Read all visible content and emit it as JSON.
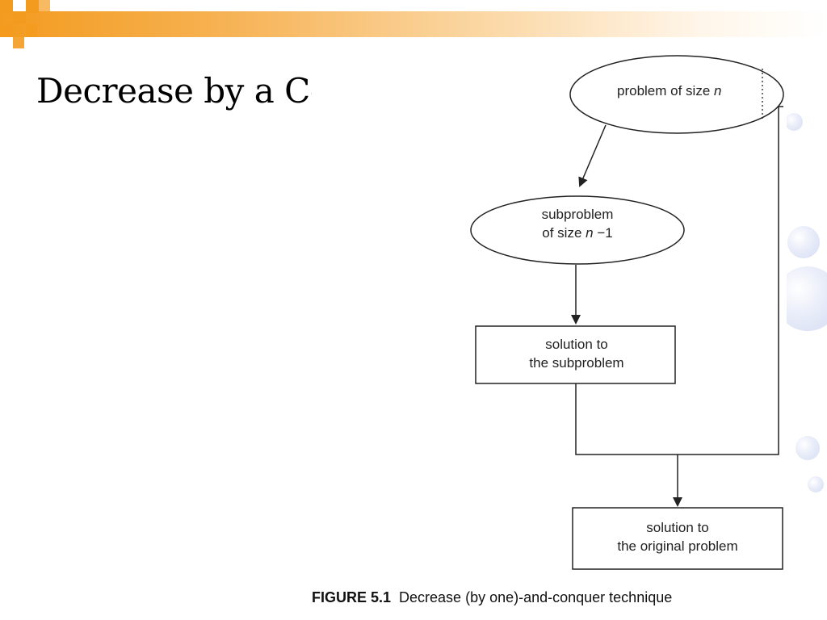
{
  "slide": {
    "title": "Decrease by a Constant"
  },
  "diagram": {
    "nodes": {
      "problem": {
        "text": "problem of size ",
        "var": "n"
      },
      "subproblem": {
        "line1": "subproblem",
        "line2_prefix": "of size ",
        "line2_var": "n",
        "line2_suffix": " −1"
      },
      "solution_sub": {
        "line1": "solution to",
        "line2": "the subproblem"
      },
      "solution_orig": {
        "line1": "solution to",
        "line2": "the original problem"
      }
    },
    "caption": {
      "label": "FIGURE 5.1",
      "text": "Decrease (by one)-and-conquer technique"
    }
  },
  "colors": {
    "accent": "#f39b1f",
    "stroke": "#222222"
  }
}
